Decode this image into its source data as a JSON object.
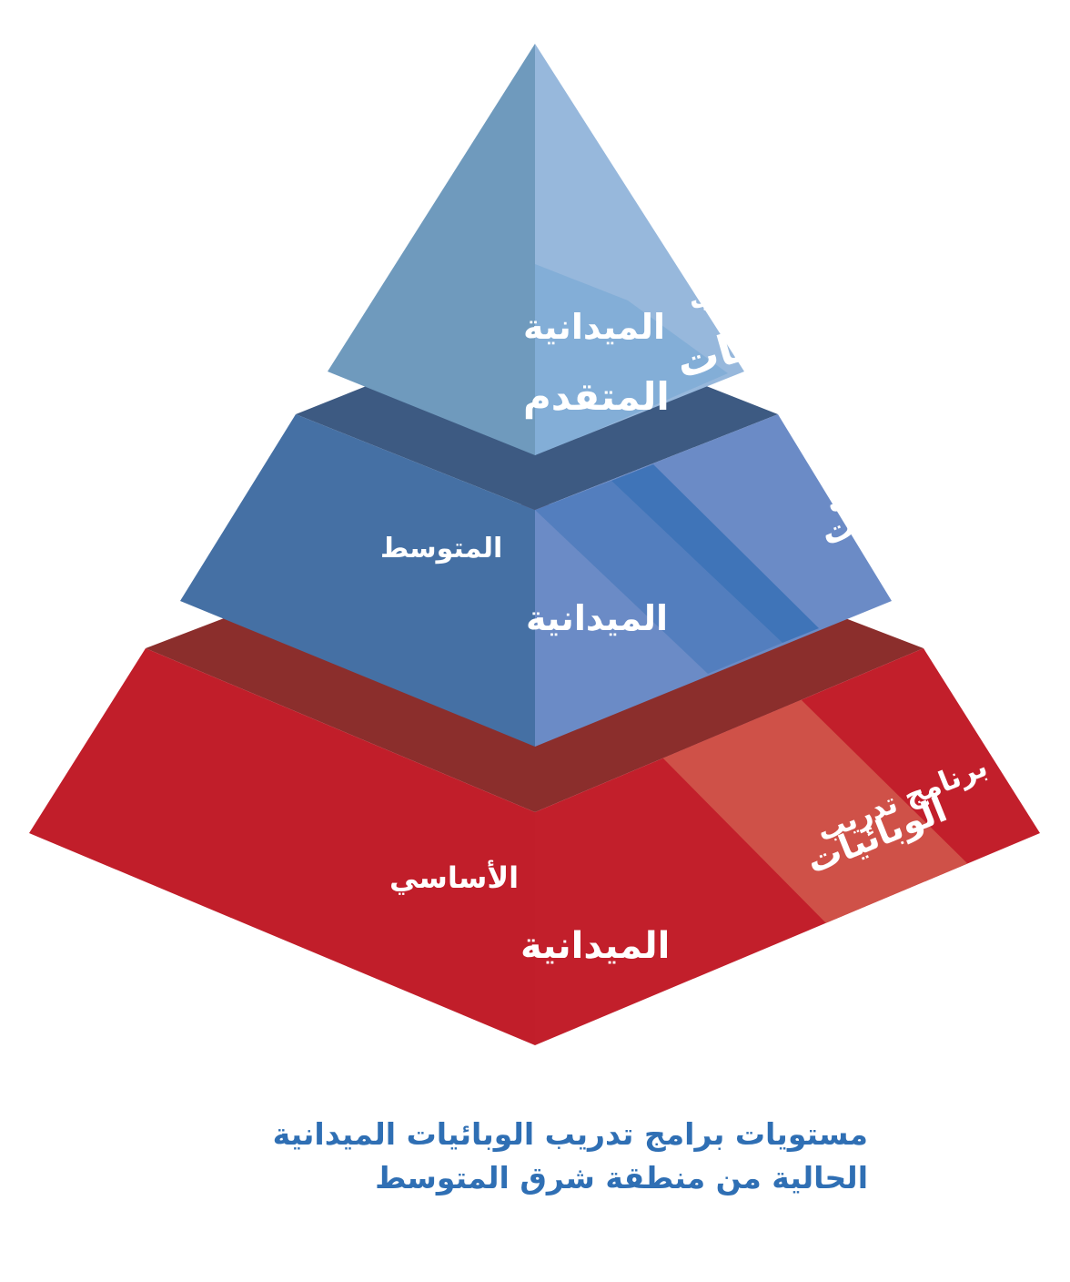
{
  "colors": {
    "top_left_face": "#6f9abd",
    "top_right_face": "#97b8dc",
    "top_stripe": "#7aa9d4",
    "middle_left_face": "#4570a4",
    "middle_right_face": "#6b8bc6",
    "middle_stripe": "#3f74b8",
    "middle_top_face": "#3d5a82",
    "bottom_left_face": "#c11e2a",
    "bottom_right_face": "#c21f2b",
    "bottom_stripe": "#cf5148",
    "bottom_top_face": "#8b2e2c",
    "caption": "#2f6fb4"
  },
  "tiers": {
    "advanced": {
      "right_line1": "برنامج تدريب",
      "right_line2": "الوبائيات",
      "left_line1": "الميدانية",
      "left_line2": "المتقدم"
    },
    "intermediate": {
      "right_line1": "برنامج تدريب",
      "right_line2": "الوبائيات",
      "left_line1": "المتوسط",
      "left_line2": "الميدانية"
    },
    "basic": {
      "right_line1": "برنامج تدريب",
      "right_line2": "الوبائيات",
      "left_line1": "الأساسي",
      "left_line2": "الميدانية"
    }
  },
  "caption": {
    "line1": "مستويات برامج تدريب الوبائيات الميدانية",
    "line2": "الحالية من منطقة شرق المتوسط"
  }
}
